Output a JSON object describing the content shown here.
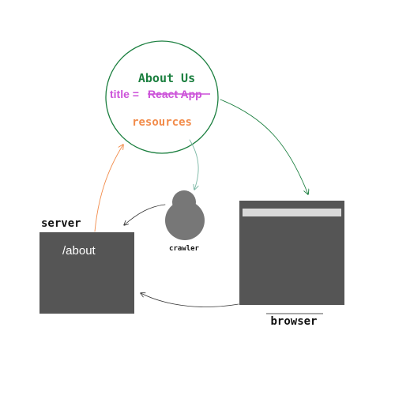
{
  "circle": {
    "title": "About Us",
    "title_label": "title =",
    "app_name": "React App",
    "resources": "resources"
  },
  "server": {
    "label": "server",
    "path": "/about"
  },
  "crawler": {
    "label": "crawler"
  },
  "browser": {
    "label": "browser"
  },
  "colors": {
    "green": "#1b7f3f",
    "orange": "#f28c4b",
    "purple": "#cc52d9",
    "teal": "#7ab7a4",
    "box": "#555555",
    "crawler": "#777777",
    "browser_bar": "#d9d9d9",
    "underline": "#a9a9a9",
    "arrow_dark": "#333333"
  }
}
